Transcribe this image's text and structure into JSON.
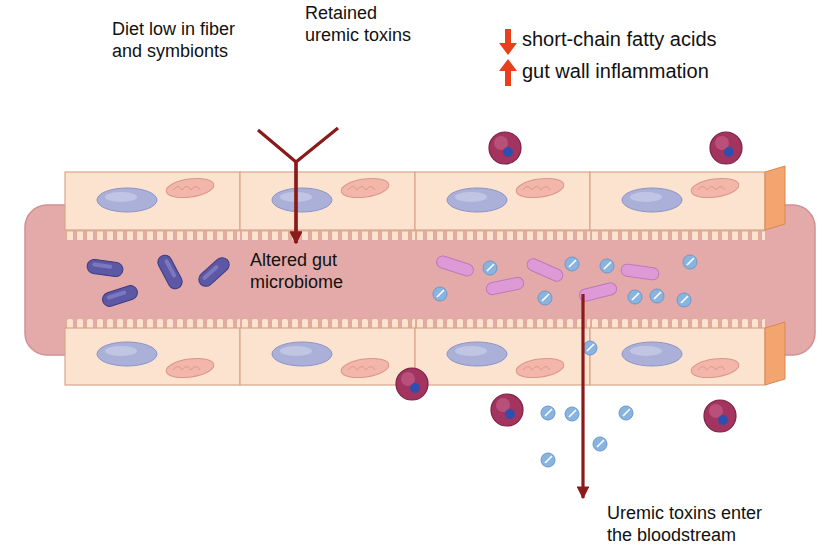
{
  "diagram": {
    "nodes": [
      {
        "text": [
          "Diet low in fiber and symbionts"
        ]
      },
      {
        "text": [
          "Retained uremic toxins"
        ]
      },
      {
        "text": [
          "Altered gut microbiome"
        ]
      },
      {
        "text": [
          "Uremic toxins enter the bloodstream"
        ]
      }
    ],
    "edges": [
      {
        "from": 0,
        "to": 2,
        "arrow": "to"
      },
      {
        "from": 1,
        "to": 2,
        "arrow": "to"
      },
      {
        "from": 2,
        "to": 3,
        "arrow": "to"
      }
    ],
    "labels": [
      "short-chain fatty acids",
      "gut wall inflammation"
    ]
  }
}
